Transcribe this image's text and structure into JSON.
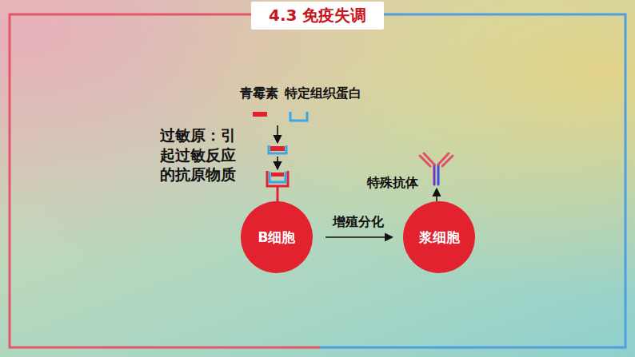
{
  "diagram": {
    "title": "4.3 免疫失调",
    "nodes": [
      {
        "text": [
          "B细胞"
        ]
      },
      {
        "text": [
          "浆细胞"
        ]
      }
    ],
    "edges": [
      {
        "from": 0,
        "to": 1,
        "label": "增殖分化",
        "arrow": "to"
      }
    ],
    "labels": [
      "青霉素",
      "特定组织蛋白",
      "过敏原：引起过敏反应的抗原物质",
      "特殊抗体"
    ]
  }
}
